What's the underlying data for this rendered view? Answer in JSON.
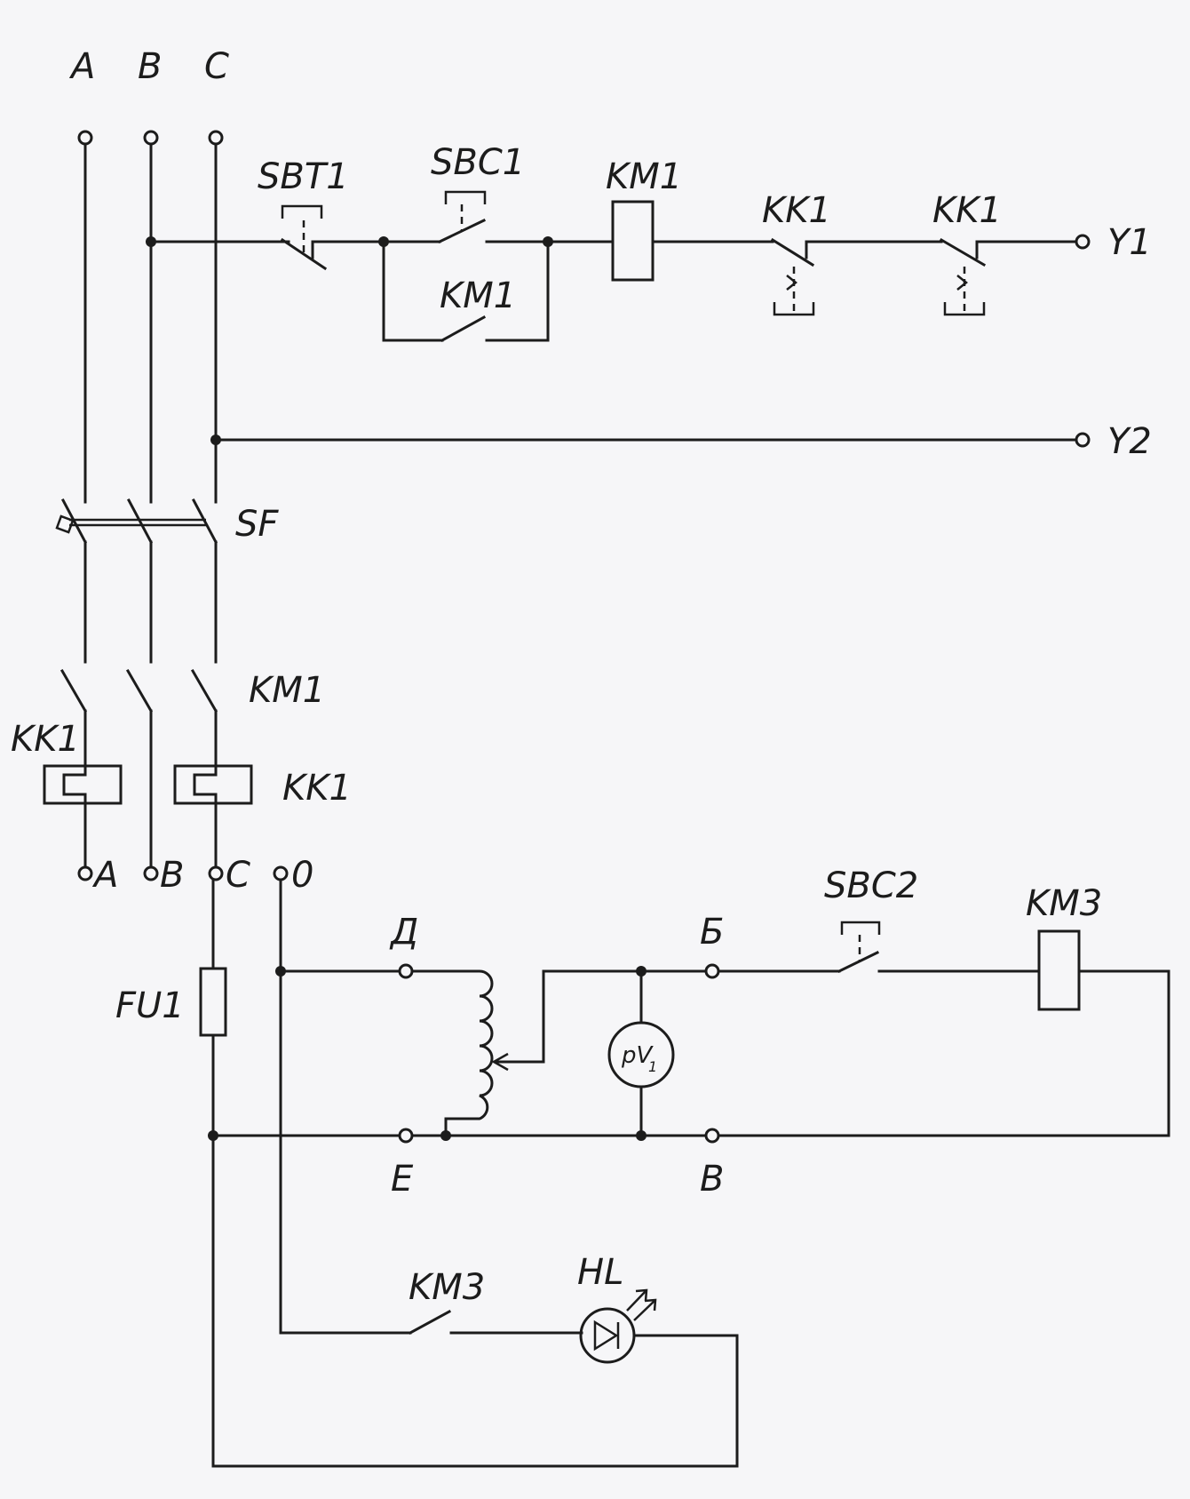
{
  "phase_labels": {
    "a": "A",
    "b": "B",
    "c": "C"
  },
  "control_circuit": {
    "stop_button": "SBT1",
    "start_button": "SBC1",
    "hold_contact": "KM1",
    "contactor_coil": "KM1",
    "overload_contact_1": "KK1",
    "overload_contact_2": "KK1",
    "output_1": "Y1",
    "output_2": "Y2"
  },
  "power_circuit": {
    "breaker": "SF",
    "main_contacts": "KM1",
    "overload_relay_left": "KK1",
    "overload_relay_right": "KK1",
    "out_a": "A",
    "out_b": "B",
    "out_c": "C",
    "neutral": "0"
  },
  "test_circuit": {
    "fuse": "FU1",
    "term_d": "Д",
    "term_e": "Е",
    "term_b_top": "Б",
    "term_v_bottom": "В",
    "voltmeter": "pV",
    "voltmeter_sub": "1",
    "button": "SBC2",
    "coil": "KM3"
  },
  "lamp_circuit": {
    "contact": "KM3",
    "lamp": "HL"
  }
}
